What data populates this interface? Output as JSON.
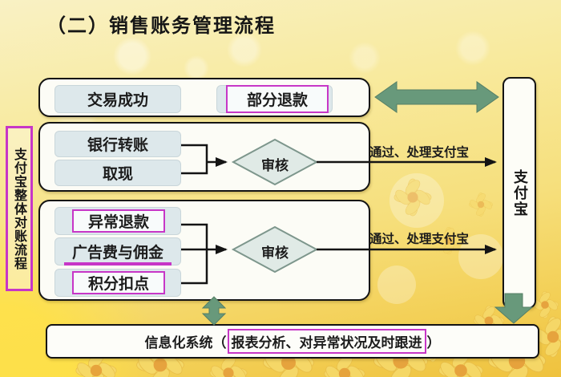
{
  "slide": {
    "title": "（二）销售账务管理流程"
  },
  "left_panel": {
    "label": "支付宝整体对账流程"
  },
  "right_panel": {
    "label": "支付宝"
  },
  "row1": {
    "transaction_success": "交易成功",
    "partial_refund": "部分退款"
  },
  "row2": {
    "bank_transfer": "银行转账",
    "cash_withdrawal": "取现",
    "decision": "审核",
    "arrow_label": "通过、处理支付宝"
  },
  "row3": {
    "abnormal_refund": "异常退款",
    "ad_fee_commission": "广告费与佣金",
    "points_deduction": "积分扣点",
    "decision": "审核",
    "arrow_label": "通过、处理支付宝"
  },
  "bottom_bar": {
    "prefix": "信息化系统（",
    "highlight": "报表分析、对异常状况及时跟进",
    "suffix": "）"
  },
  "colors": {
    "accent_magenta": "#c736c7",
    "arrow_green": "#68997b",
    "item_fill": "#dde8eb",
    "diamond_fill": "#e0eae6",
    "container_border": "#141414"
  }
}
